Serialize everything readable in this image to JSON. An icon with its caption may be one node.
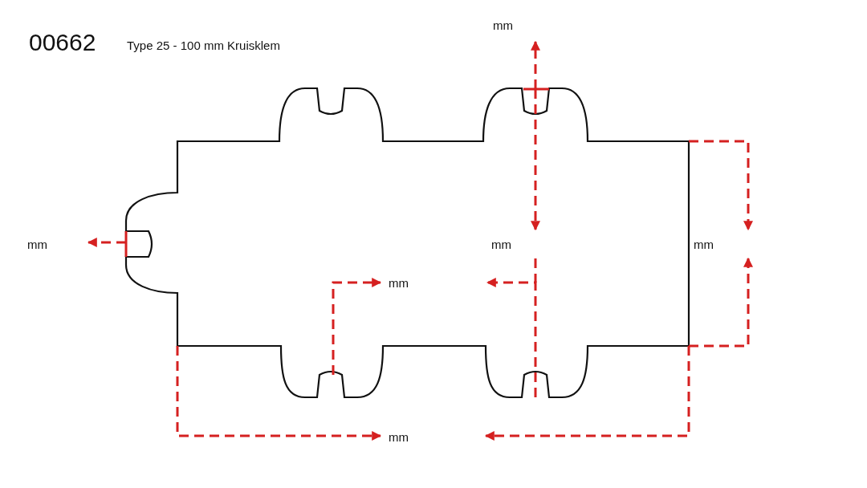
{
  "diagram": {
    "title": "00662",
    "labels": [
      "Type 25 - 100 mm Kruisklem",
      "mm",
      "mm",
      "mm",
      "mm",
      "mm",
      "mm"
    ]
  }
}
